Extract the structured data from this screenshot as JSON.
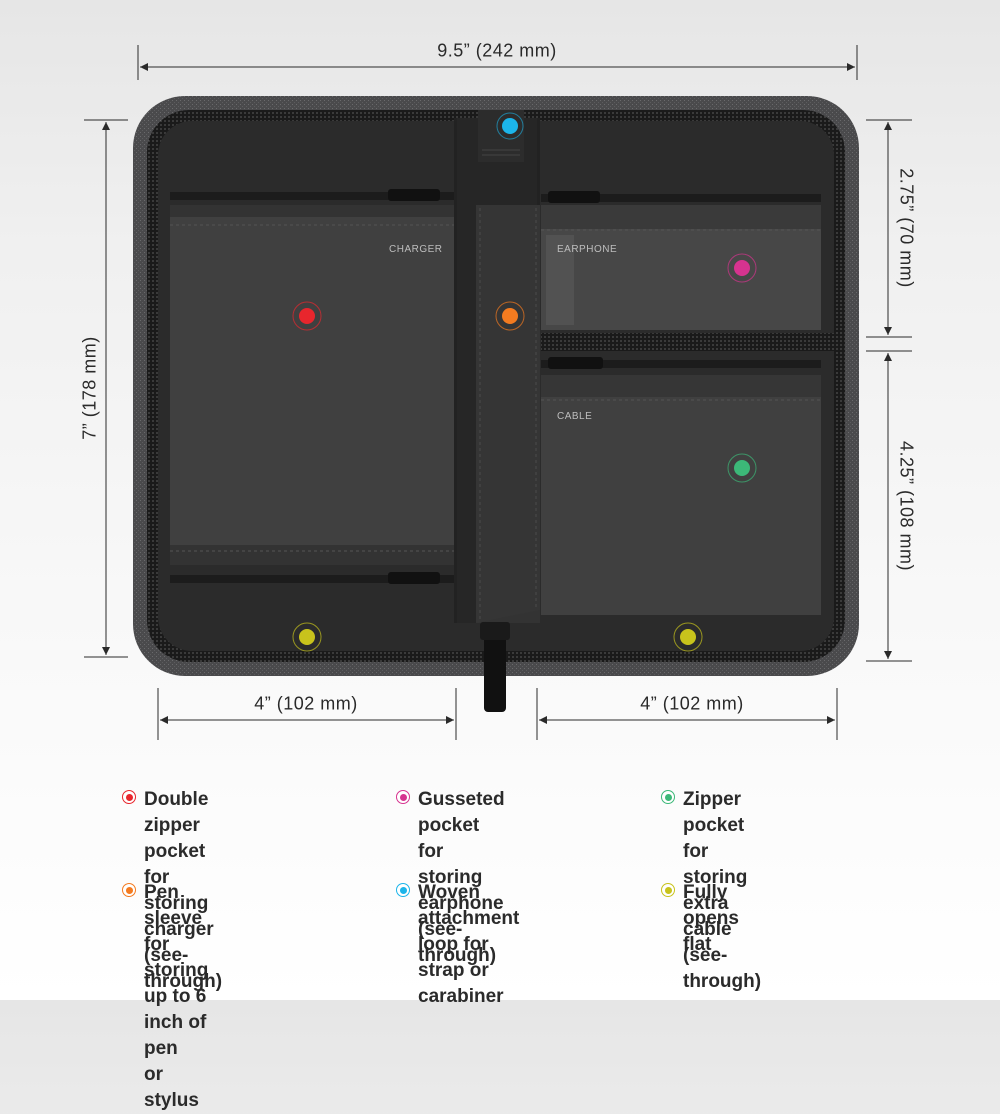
{
  "dimensions": {
    "total_width": "9.5” (242 mm)",
    "total_height": "7” (178 mm)",
    "upper_right_height": "2.75” (70 mm)",
    "lower_right_height": "4.25” (108 mm)",
    "left_width": "4” (102 mm)",
    "right_width": "4” (102 mm)"
  },
  "pockets": {
    "charger": "CHARGER",
    "earphone": "EARPHONE",
    "cable": "CABLE"
  },
  "colors": {
    "red": "#e8262d",
    "orange": "#f47b20",
    "magenta": "#d6338f",
    "cyan": "#1cb5ea",
    "green": "#3cb878",
    "yellow": "#c8c31c"
  },
  "legend": [
    {
      "color": "#e8262d",
      "text": "Double zipper pocket\nfor storing charger\n(see-through)"
    },
    {
      "color": "#d6338f",
      "text": "Gusseted pocket for\nstoring earphone\n(see-through)"
    },
    {
      "color": "#3cb878",
      "text": "Zipper pocket for\nstoring extra cable\n(see-through)"
    },
    {
      "color": "#f47b20",
      "text": "Pen sleeve for storing\nup to 6 inch of pen\nor stylus"
    },
    {
      "color": "#1cb5ea",
      "text": "Woven attachment\nloop for strap or\ncarabiner"
    },
    {
      "color": "#c8c31c",
      "text": "Fully opens flat"
    }
  ]
}
